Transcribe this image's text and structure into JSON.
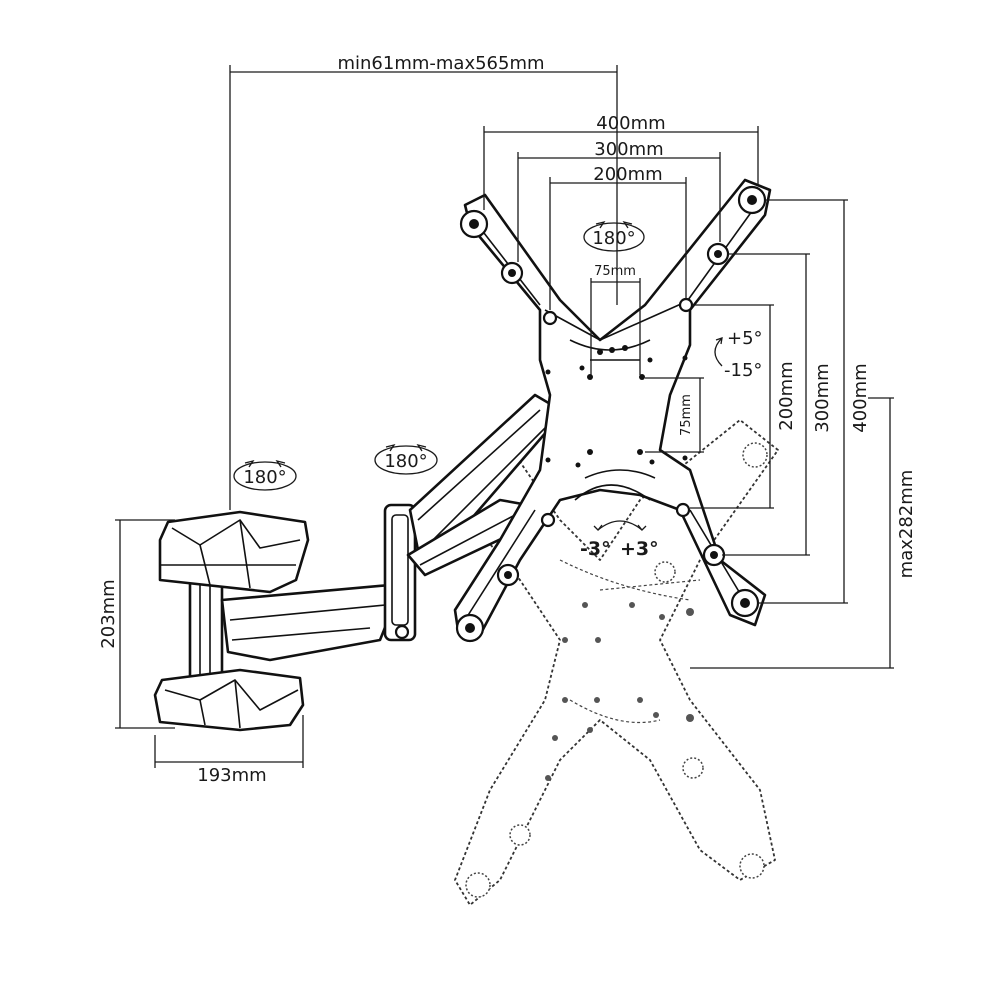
{
  "labels": {
    "arm_extension": "min61mm-max565mm",
    "hole_400_h": "400mm",
    "hole_300_h": "300mm",
    "hole_200_h": "200mm",
    "hole_75_h": "75mm",
    "hole_75_v": "75mm",
    "hole_200_v": "200mm",
    "hole_300_v": "300mm",
    "hole_400_v": "400mm",
    "max_height": "max282mm",
    "wall_plate_height": "203mm",
    "wall_plate_width": "193mm",
    "tilt_up": "+5°",
    "tilt_down": "-15°",
    "level_minus": "-3°",
    "level_plus": "+3°",
    "swivel_plate": "180°",
    "swivel_arm": "180°",
    "swivel_wall": "180°"
  }
}
